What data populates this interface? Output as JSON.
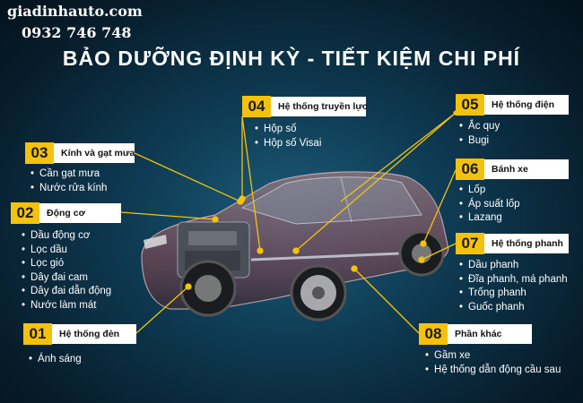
{
  "brand": {
    "site": "giadinhauto.com",
    "phone": "0932 746 748"
  },
  "title": "BẢO DƯỠNG ĐỊNH KỲ - TIẾT KIỆM CHI PHÍ",
  "colors": {
    "accent": "#f4c20d",
    "background": "#0e3a52"
  },
  "sections": [
    {
      "num": "01",
      "label": "Hệ thống đèn",
      "items": [
        "Ánh sáng"
      ]
    },
    {
      "num": "02",
      "label": "Động cơ",
      "items": [
        "Dầu động cơ",
        "Lọc dầu",
        "Lọc gió",
        "Dây đai cam",
        "Dây đai dẫn động",
        "Nước làm mát"
      ]
    },
    {
      "num": "03",
      "label": "Kính và gạt mưa",
      "items": [
        "Cần gạt mưa",
        "Nước rửa kính"
      ]
    },
    {
      "num": "04",
      "label": "Hệ thống truyền lực",
      "items": [
        "Hộp số",
        "Hộp số Visai"
      ]
    },
    {
      "num": "05",
      "label": "Hệ thống điện",
      "items": [
        "Ắc quy",
        "Bugi"
      ]
    },
    {
      "num": "06",
      "label": "Bánh xe",
      "items": [
        "Lốp",
        "Áp suất lốp",
        "Lazang"
      ]
    },
    {
      "num": "07",
      "label": "Hệ thống phanh",
      "items": [
        "Dầu phanh",
        "Đĩa phanh, má phanh",
        "Trống phanh",
        "Guốc phanh"
      ]
    },
    {
      "num": "08",
      "label": "Phần khác",
      "items": [
        "Gầm xe",
        "Hệ thống dẫn động cầu sau"
      ]
    }
  ]
}
